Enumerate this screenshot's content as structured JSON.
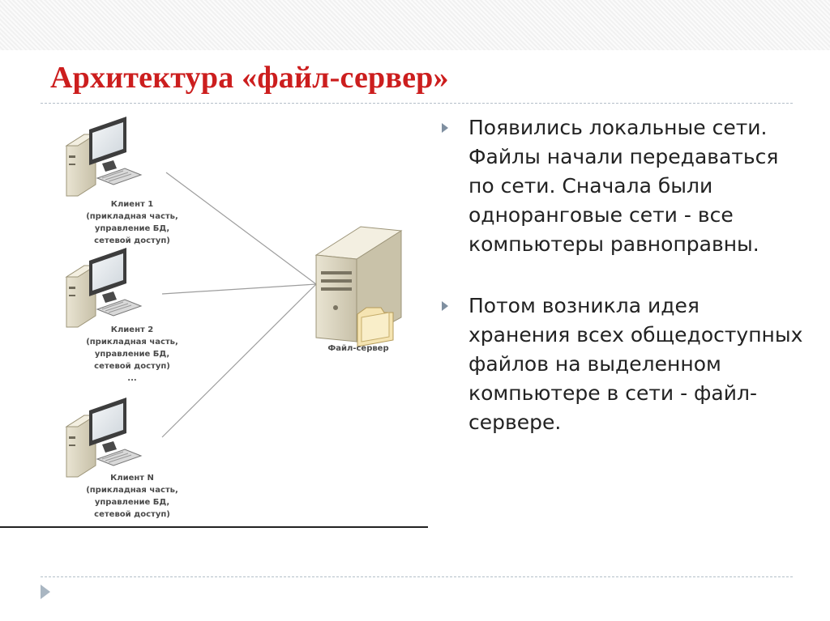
{
  "slide": {
    "title": "Архитектура «файл-сервер»"
  },
  "diagram": {
    "clients": [
      {
        "lines": [
          "Клиент 1",
          "(прикладная часть,",
          "управление БД,",
          "сетевой доступ)"
        ]
      },
      {
        "lines": [
          "Клиент 2",
          "(прикладная часть,",
          "управление БД,",
          "сетевой доступ)"
        ]
      },
      {
        "lines": [
          "Клиент N",
          "(прикладная часть,",
          "управление БД,",
          "сетевой доступ)"
        ]
      }
    ],
    "ellipsis": "...",
    "server_label": "Файл-сервер"
  },
  "bullets": [
    "Появились локальные сети. Файлы начали передаваться по сети. Сначала были одноранговые сети - все компьютеры равноправны.",
    "Потом возникла идея хранения всех общедоступных файлов на выделенном компьютере в сети - файл-сервере."
  ],
  "icons": [
    "desktop-computer-icon",
    "server-tower-icon",
    "folder-icon",
    "bullet-arrow-icon",
    "next-slide-arrow-icon"
  ]
}
